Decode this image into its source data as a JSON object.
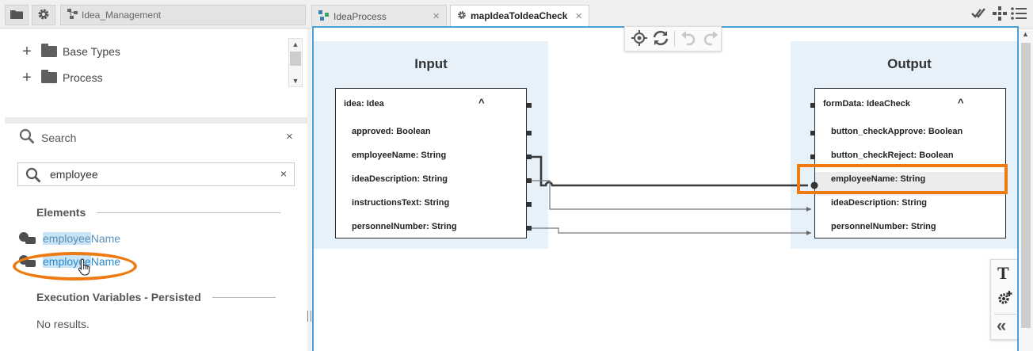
{
  "breadcrumb": {
    "label": "Idea_Management"
  },
  "tabs": [
    {
      "label": "IdeaProcess",
      "close": "×"
    },
    {
      "label": "mapIdeaToIdeaCheck",
      "close": "×"
    }
  ],
  "tree": {
    "items": [
      {
        "label": "Base Types",
        "expander": "+"
      },
      {
        "label": "Process",
        "expander": "+"
      }
    ]
  },
  "search_panel": {
    "title": "Search",
    "close": "×",
    "input_value": "employee",
    "clear": "×",
    "elements_heading": "Elements",
    "results": [
      {
        "match": "employee",
        "rest": "Name"
      },
      {
        "match": "employee",
        "rest": "Name"
      }
    ],
    "exec_vars_heading": "Execution Variables - Persisted",
    "no_results": "No results."
  },
  "mapping": {
    "input": {
      "title": "Input",
      "root": "idea: Idea",
      "caret": "^",
      "fields": [
        "approved: Boolean",
        "employeeName: String",
        "ideaDescription: String",
        "instructionsText: String",
        "personnelNumber: String"
      ]
    },
    "output": {
      "title": "Output",
      "root": "formData: IdeaCheck",
      "caret": "^",
      "fields": [
        "button_checkApprove: Boolean",
        "button_checkReject: Boolean",
        "employeeName: String",
        "ideaDescription: String",
        "personnelNumber: String"
      ]
    }
  },
  "side_tools": {
    "text_tool": "T",
    "collapse": "«"
  },
  "colors": {
    "accent": "#4aa0d8",
    "highlight": "#ee7a12",
    "panel": "#e6f1f9"
  }
}
